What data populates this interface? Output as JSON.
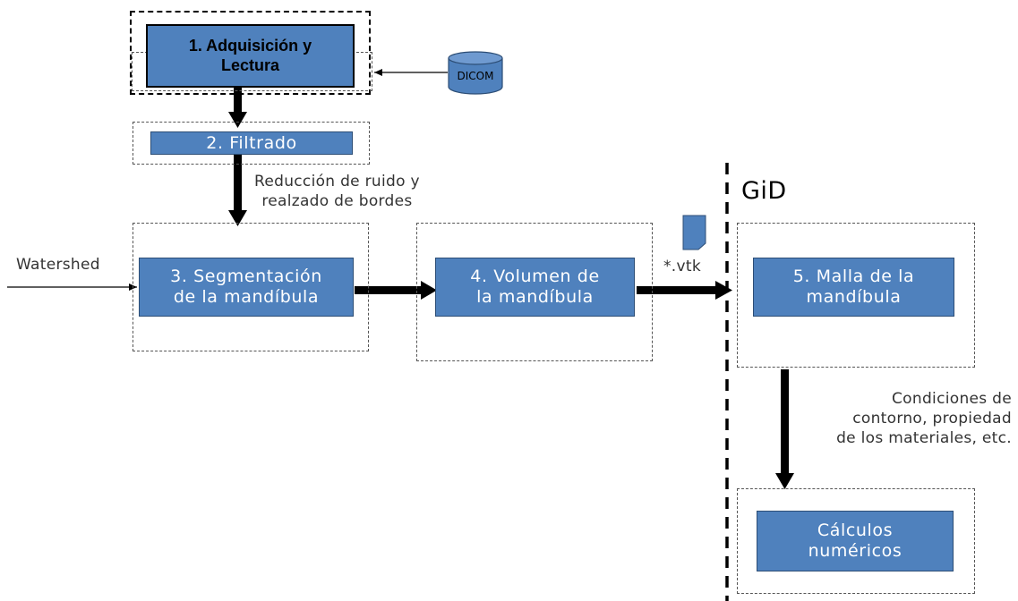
{
  "steps": {
    "step1": "1. Adquisición y\nLectura",
    "step2": "2. Filtrado",
    "step3": "3. Segmentación\nde la mandíbula",
    "step4": "4. Volumen de\nla mandíbula",
    "step5": "5. Malla de la\nmandíbula",
    "step6": "Cálculos\nnuméricos"
  },
  "labels": {
    "dicom": "DICOM",
    "filter_note": "Reducción de ruido y\nrealzado de bordes",
    "watershed": "Watershed",
    "vtk": "*.vtk",
    "gid": "GiD",
    "conditions": "Condiciones de\ncontorno, propiedad\nde los materiales, etc."
  },
  "colors": {
    "box_fill": "#4f81bd",
    "box_border": "#2c4d75"
  },
  "icons": {
    "database": "database-cylinder-icon",
    "file": "document-file-icon"
  }
}
